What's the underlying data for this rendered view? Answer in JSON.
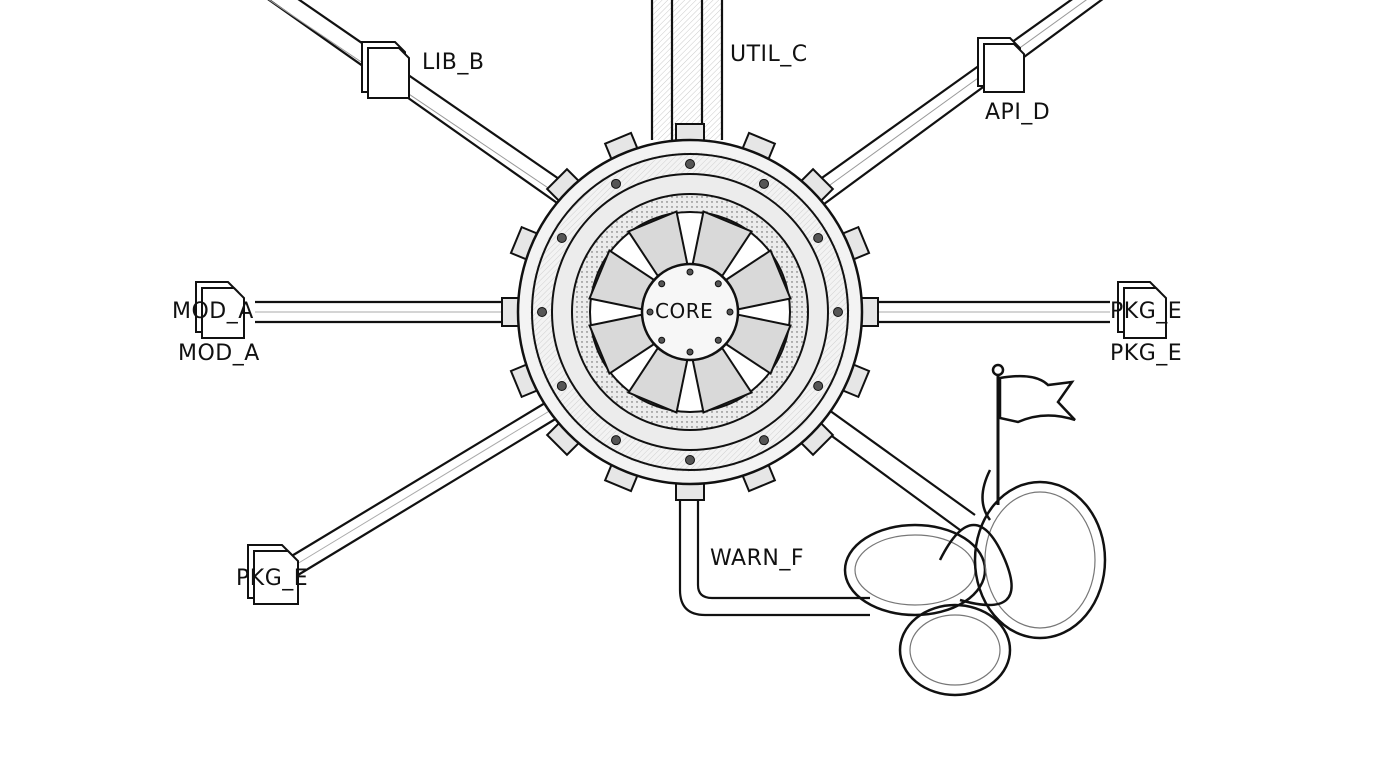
{
  "diagram": {
    "hub": {
      "label": "CORE"
    },
    "nodes": {
      "lib_b": "LIB_B",
      "util_c": "UTIL_C",
      "api_d": "API_D",
      "mod_a_icon": "MOD_A",
      "mod_a_caption": "MOD_A",
      "pkg_e_icon": "PKG_E",
      "pkg_e_caption": "PKG_E",
      "pkg_e_lower": "PKG_E",
      "warn_f": "WARN_F"
    }
  },
  "colors": {
    "ink": "#111111",
    "paper": "#ffffff",
    "metal": "#e6e6e6",
    "shade": "#9a9a9a"
  }
}
